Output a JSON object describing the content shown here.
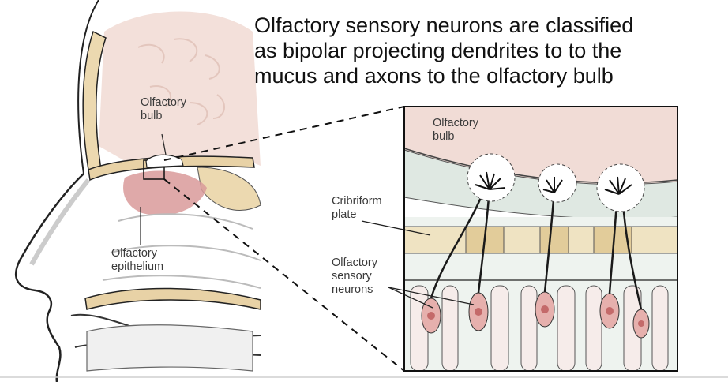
{
  "caption": {
    "lines": [
      "Olfactory sensory neurons are classified",
      "as bipolar projecting dendrites to to the",
      "mucus and axons to the olfactory bulb"
    ]
  },
  "head_labels": {
    "bulb_line1": "Olfactory",
    "bulb_line2": "bulb",
    "epithelium_line1": "Olfactory",
    "epithelium_line2": "epithelium"
  },
  "inset_labels": {
    "bulb_line1": "Olfactory",
    "bulb_line2": "bulb",
    "cribriform_line1": "Cribriform",
    "cribriform_line2": "plate",
    "neurons_line1": "Olfactory",
    "neurons_line2": "sensory",
    "neurons_line3": "neurons"
  },
  "colors": {
    "bulb_pink": "#f1dcd6",
    "epithelium_rose": "#d99a9a",
    "bone_tan": "#e8d2a6",
    "outline": "#222222"
  }
}
